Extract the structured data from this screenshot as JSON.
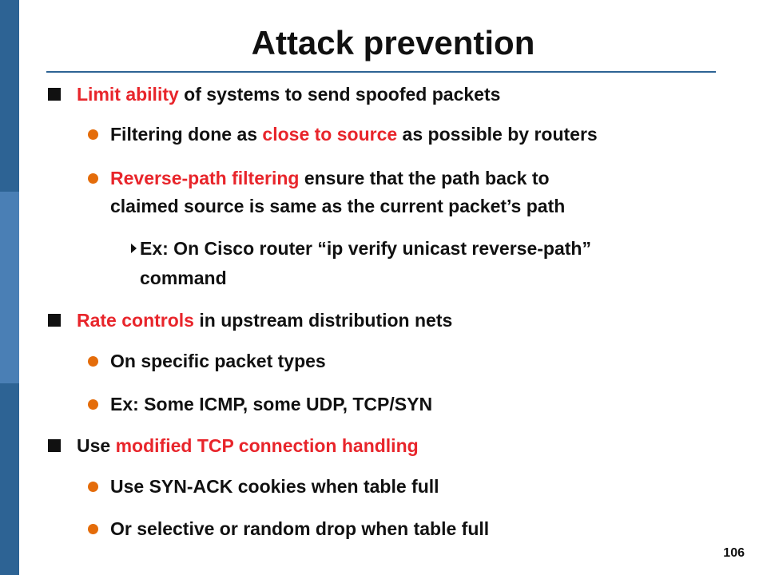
{
  "title": "Attack prevention",
  "page_number": "106",
  "bullets": [
    {
      "pre": "",
      "hl": "Limit ability",
      "post": " of systems to send spoofed packets"
    },
    {
      "pre": "Filtering done as ",
      "hl": "close to source",
      "post": " as possible by routers"
    },
    {
      "pre": "",
      "hl": "Reverse-path filtering",
      "post": " ensure that the path back to"
    },
    {
      "cont": "claimed source is same as the current packet’s path"
    },
    {
      "text": "Ex: On Cisco router “ip verify unicast reverse-path”"
    },
    {
      "cont": "command"
    },
    {
      "pre": "",
      "hl": "Rate controls",
      "post": " in upstream distribution nets"
    },
    {
      "text": "On specific packet types"
    },
    {
      "text": "Ex: Some ICMP, some UDP, TCP/SYN"
    },
    {
      "pre": "Use ",
      "hl": "modified TCP connection handling",
      "post": ""
    },
    {
      "text": "Use SYN-ACK cookies when table full"
    },
    {
      "text": "Or selective or random drop when table full"
    }
  ]
}
